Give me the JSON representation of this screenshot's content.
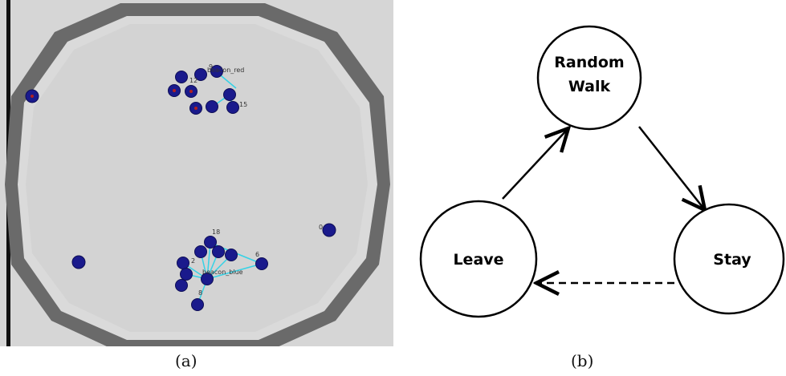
{
  "panel_a": {
    "caption": "(a)",
    "labels": {
      "beacon_red": "beacon_red",
      "beacon_blue": "beacon_blue",
      "r9": "9",
      "r12": "12",
      "r15": "15",
      "b18": "18",
      "b2": "2",
      "b6": "6",
      "b8": "8",
      "lone0": "0"
    },
    "colors": {
      "arena_floor": "#d3d3d3",
      "wall": "#5f5f5f",
      "robot": "#1a1a8c",
      "link": "#35d2e6"
    }
  },
  "panel_b": {
    "caption": "(b)",
    "states": {
      "random_walk_line1": "Random",
      "random_walk_line2": "Walk",
      "leave": "Leave",
      "stay": "Stay"
    },
    "transitions": [
      {
        "from": "Leave",
        "to": "Random Walk",
        "style": "solid"
      },
      {
        "from": "Random Walk",
        "to": "Stay",
        "style": "solid"
      },
      {
        "from": "Stay",
        "to": "Leave",
        "style": "dashed"
      }
    ]
  }
}
